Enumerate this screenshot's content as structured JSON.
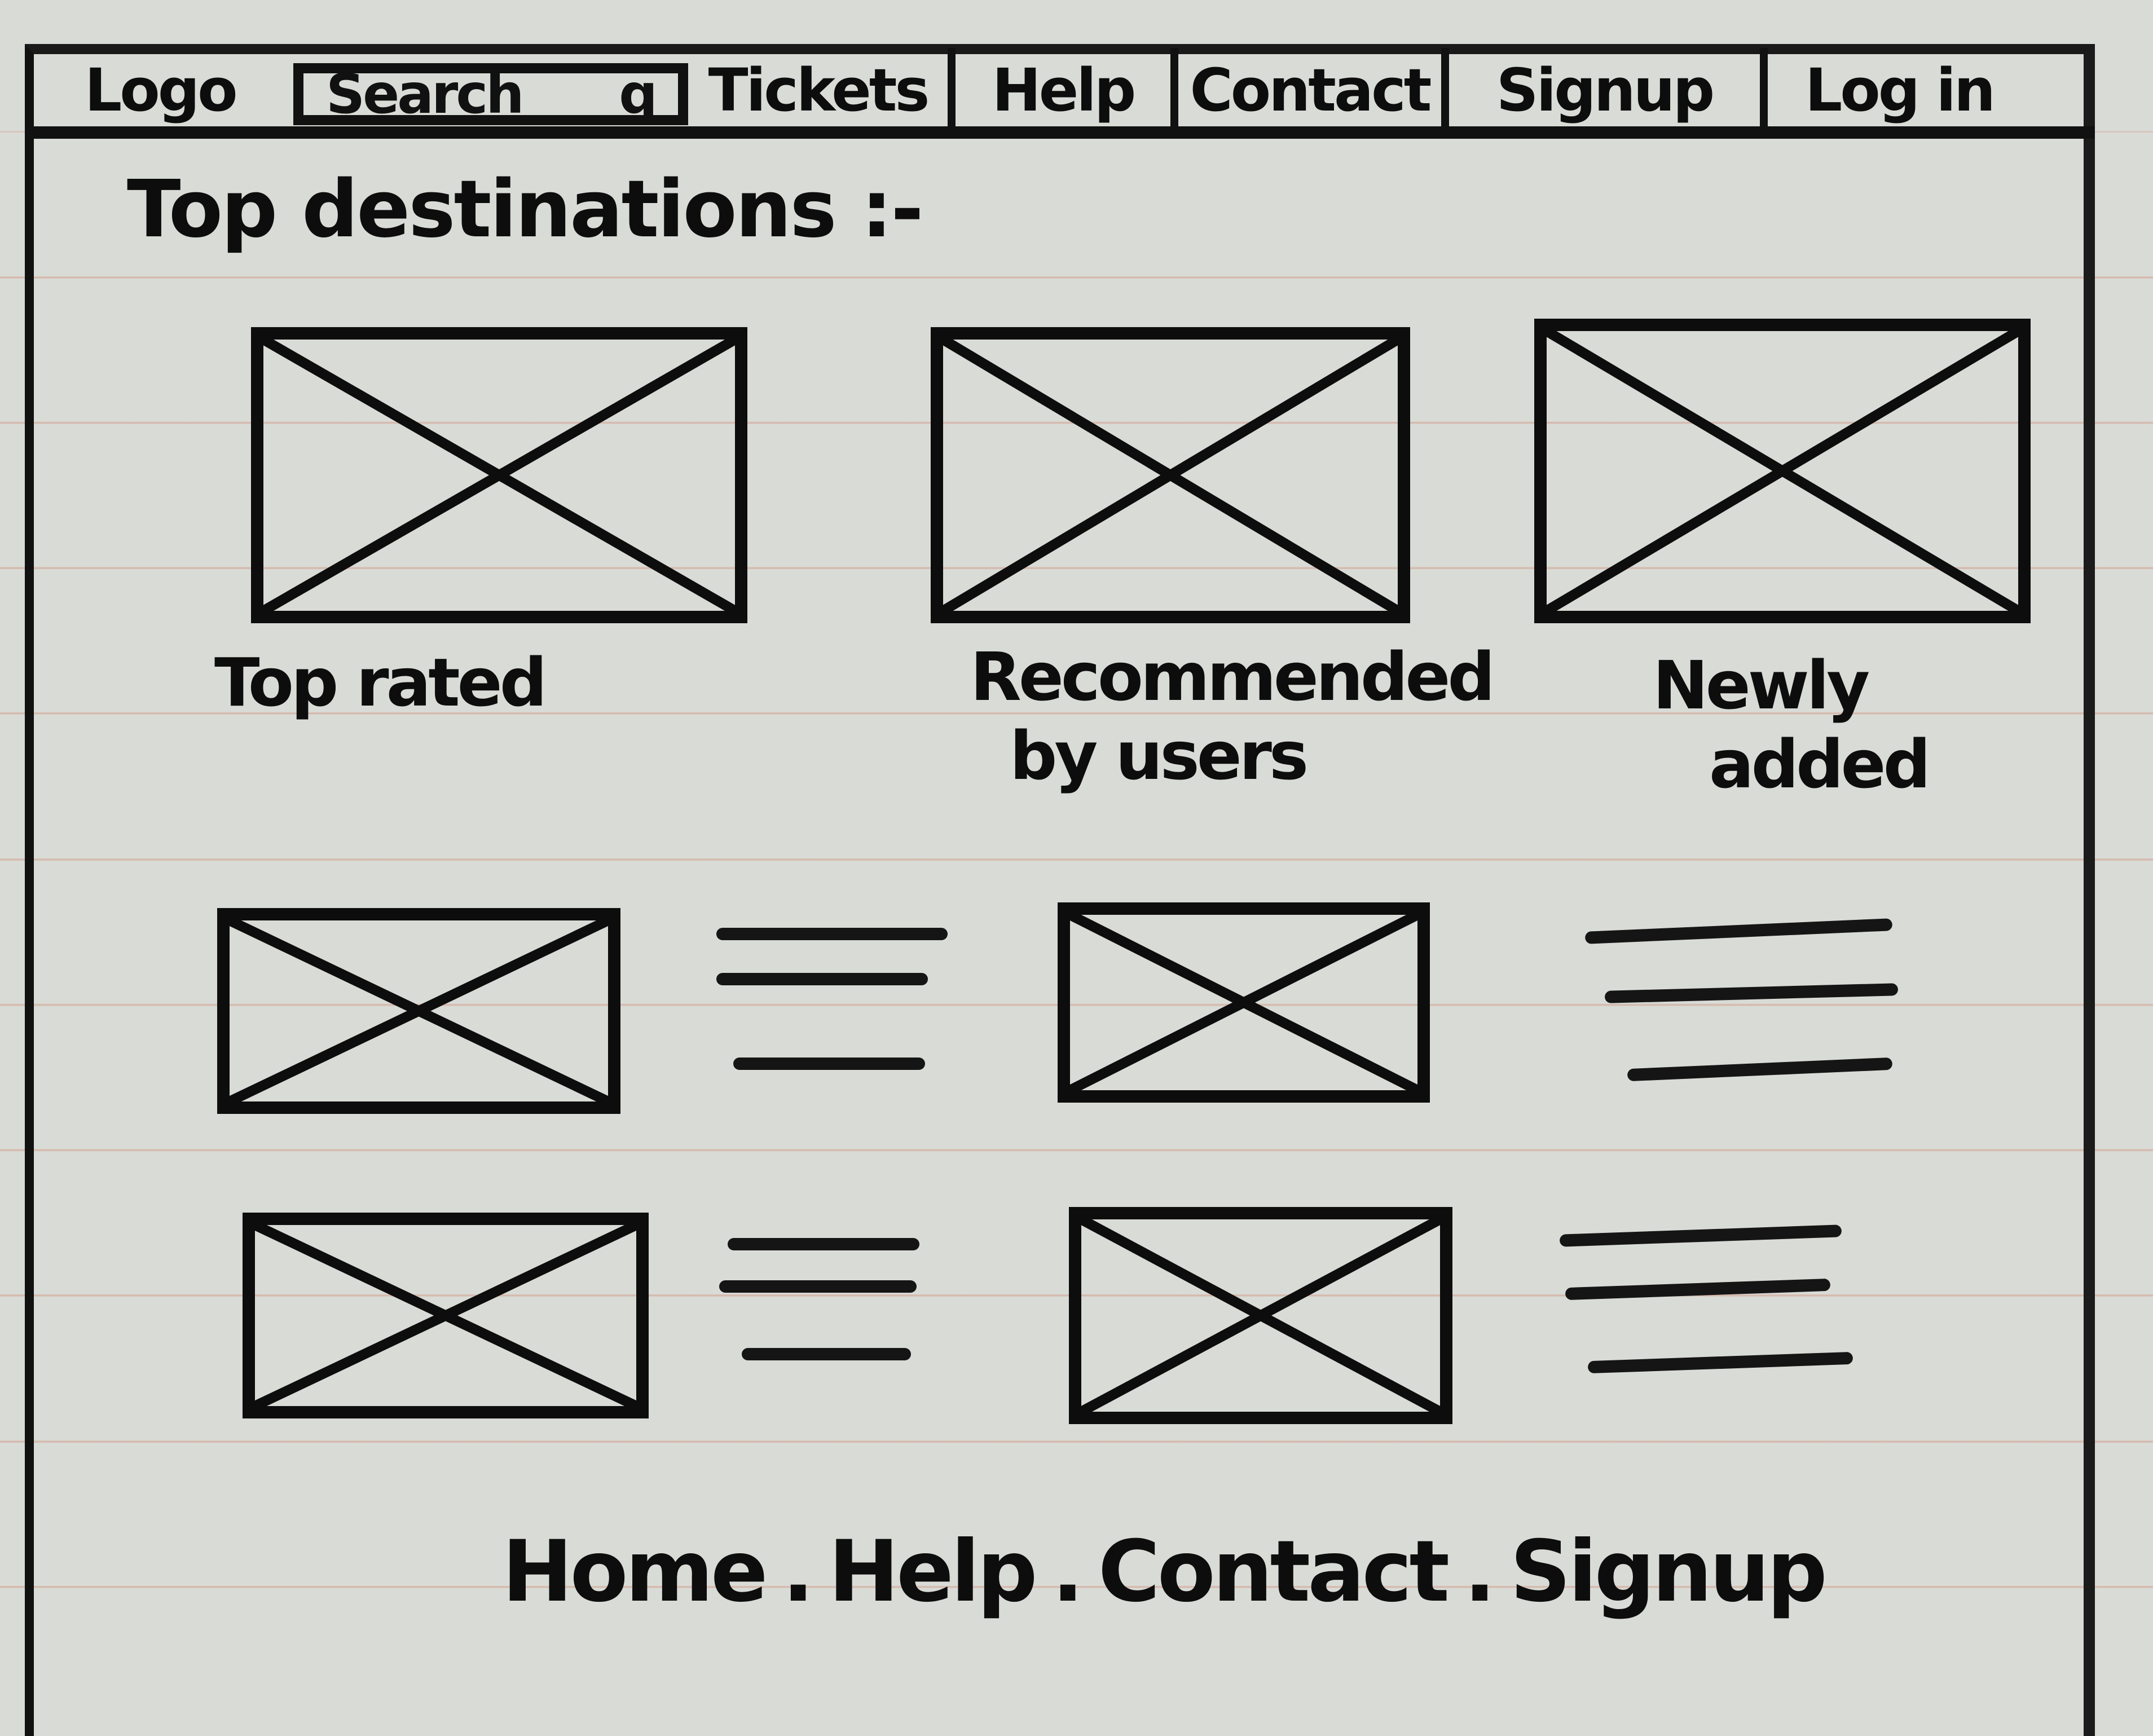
{
  "navbar": {
    "logo": "Logo",
    "search": {
      "label": "Search",
      "icon": "search-icon",
      "icon_glyph": "q"
    },
    "items": [
      {
        "label": "Tickets"
      },
      {
        "label": "Help"
      },
      {
        "label": "Contact"
      },
      {
        "label": "Signup"
      },
      {
        "label": "Log in"
      }
    ]
  },
  "main": {
    "title": "Top destinations :-",
    "featured": [
      {
        "caption_line1": "Top rated",
        "caption_line2": ""
      },
      {
        "caption_line1": "Recommended",
        "caption_line2": "by users"
      },
      {
        "caption_line1": "Newly",
        "caption_line2": "added"
      }
    ],
    "listings": [
      {
        "image": "image-placeholder",
        "text_lines": 3
      },
      {
        "image": "image-placeholder",
        "text_lines": 3
      },
      {
        "image": "image-placeholder",
        "text_lines": 3
      },
      {
        "image": "image-placeholder",
        "text_lines": 3
      }
    ]
  },
  "footer": {
    "links": [
      {
        "label": "Home"
      },
      {
        "label": "Help"
      },
      {
        "label": "Contact"
      },
      {
        "label": "Signup"
      }
    ],
    "separator": "."
  },
  "colors": {
    "ink": "#0d0d0d",
    "paper": "#d9dbd6",
    "ruled_line": "#cd785f"
  }
}
